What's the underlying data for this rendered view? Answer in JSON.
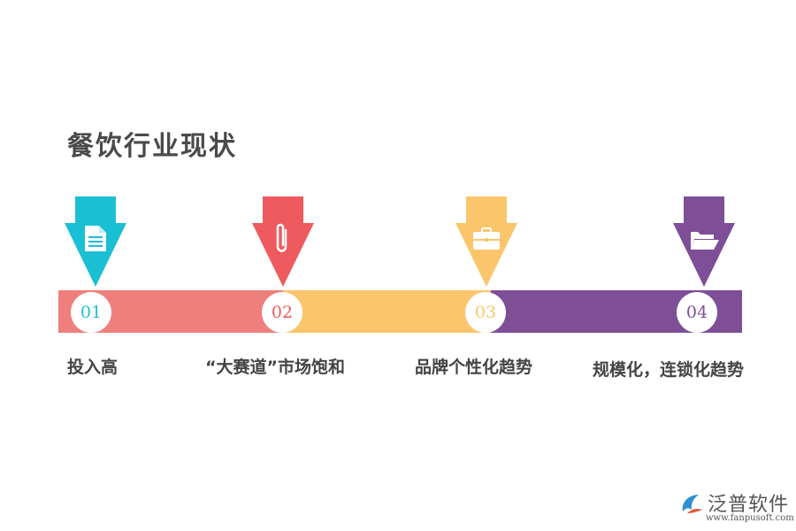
{
  "title": "餐饮行业现状",
  "steps": [
    {
      "number": "01",
      "label": "投入高",
      "color": "#1bbfd3",
      "icon": "document-icon"
    },
    {
      "number": "02",
      "label": "“大赛道”市场饱和",
      "color": "#ef5a5e",
      "icon": "paperclip-icon"
    },
    {
      "number": "03",
      "label": "品牌个性化趋势",
      "color": "#fbc56c",
      "icon": "briefcase-icon"
    },
    {
      "number": "04",
      "label": "规模化，连锁化趋势",
      "color": "#7e4e97",
      "icon": "folder-open-icon"
    }
  ],
  "bar_colors": [
    "#ef7f7d",
    "#fbc56c",
    "#7e4e97"
  ],
  "brand": {
    "name": "泛普软件",
    "url": "www.fanpusoft.com",
    "accent": "#2f8fd0"
  }
}
